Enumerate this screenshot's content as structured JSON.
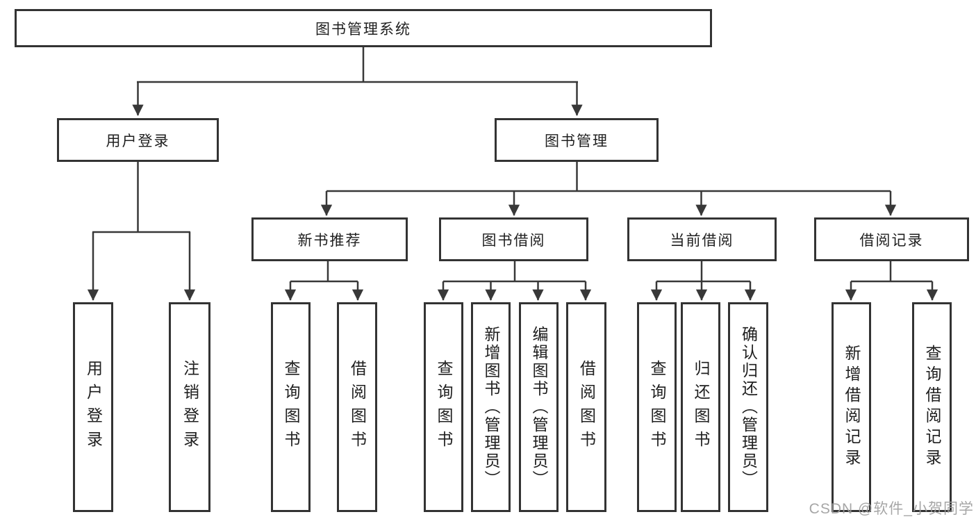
{
  "tree": {
    "label": "图书管理系统",
    "children": [
      {
        "label": "用户登录",
        "children": [
          {
            "label": "用户登录"
          },
          {
            "label": "注销登录"
          }
        ]
      },
      {
        "label": "图书管理",
        "children": [
          {
            "label": "新书推荐",
            "children": [
              {
                "label": "查询图书"
              },
              {
                "label": "借阅图书"
              }
            ]
          },
          {
            "label": "图书借阅",
            "children": [
              {
                "label": "查询图书"
              },
              {
                "label": "新增图书（管理员）"
              },
              {
                "label": "编辑图书（管理员）"
              },
              {
                "label": "借阅图书"
              }
            ]
          },
          {
            "label": "当前借阅",
            "children": [
              {
                "label": "查询图书"
              },
              {
                "label": "归还图书"
              },
              {
                "label": "确认归还（管理员）"
              }
            ]
          },
          {
            "label": "借阅记录",
            "children": [
              {
                "label": "新增借阅记录"
              },
              {
                "label": "查询借阅记录"
              }
            ]
          }
        ]
      }
    ]
  },
  "watermark": "CSDN @软件_小贺同学",
  "colors": {
    "line": "#383838",
    "border": "#333333",
    "text": "#1f1f1f",
    "watermark": "#9d9d9d",
    "background": "#ffffff"
  }
}
